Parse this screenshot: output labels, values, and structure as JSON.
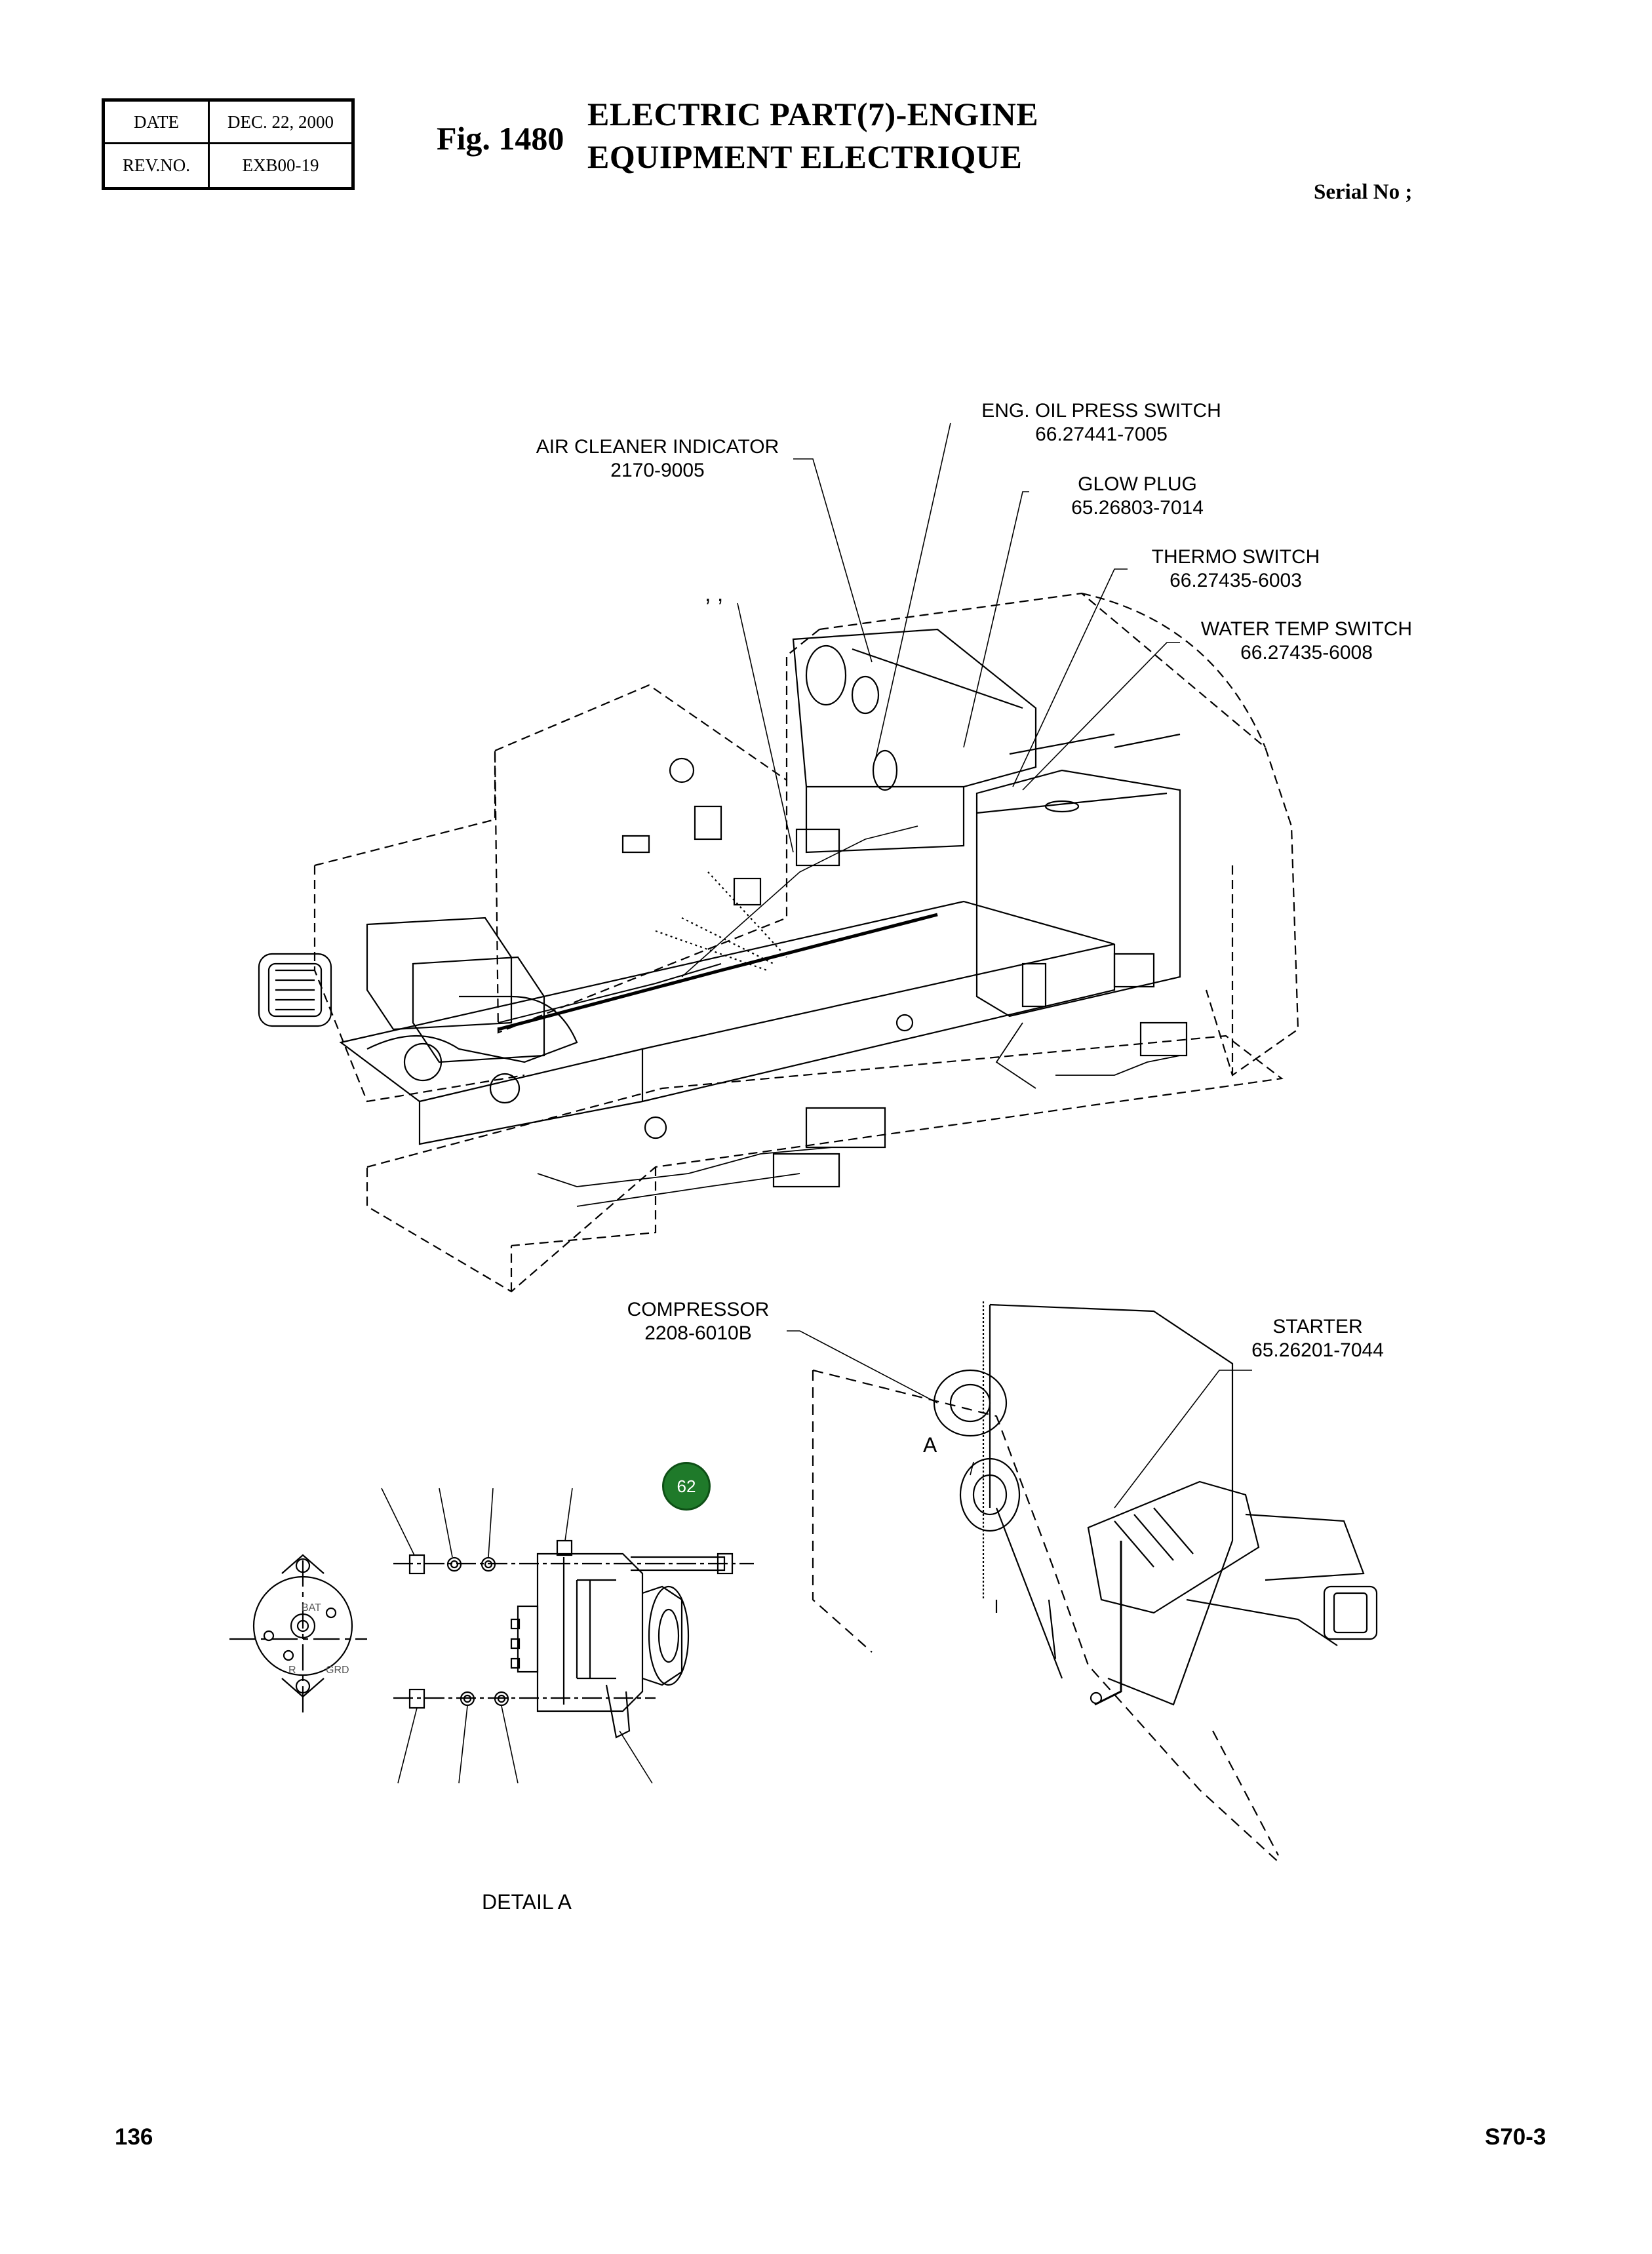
{
  "header": {
    "date_label": "DATE",
    "date_value": "DEC. 22, 2000",
    "rev_label": "REV.NO.",
    "rev_value": "EXB00-19",
    "fig_no": "Fig. 1480",
    "title_line1": "ELECTRIC PART(7)-ENGINE",
    "title_line2": "EQUIPMENT ELECTRIQUE",
    "serial": "Serial No ;"
  },
  "callouts": {
    "air_cleaner": {
      "name": "AIR CLEANER INDICATOR",
      "part": "2170-9005"
    },
    "oil_press": {
      "name": "ENG. OIL PRESS SWITCH",
      "part": "66.27441-7005"
    },
    "glow_plug": {
      "name": "GLOW PLUG",
      "part": "65.26803-7014"
    },
    "thermo": {
      "name": "THERMO SWITCH",
      "part": "66.27435-6003"
    },
    "water_temp": {
      "name": "WATER TEMP SWITCH",
      "part": "66.27435-6008"
    },
    "compressor": {
      "name": "COMPRESSOR",
      "part": "2208-6010B"
    },
    "starter": {
      "name": "STARTER",
      "part": "65.26201-7044"
    }
  },
  "stray_marks": ",    ,",
  "detail_marker": "A",
  "detail_title": "DETAIL  A",
  "alternator_terminals": {
    "bat": "BAT",
    "r": "R",
    "grd": "GRD"
  },
  "item_badge": "62",
  "badge_color": "#1f7a2a",
  "footer": {
    "page": "136",
    "model": "S70-3"
  }
}
